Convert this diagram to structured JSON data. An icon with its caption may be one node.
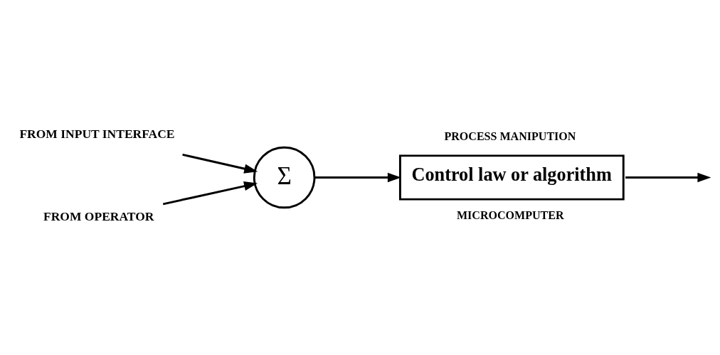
{
  "diagram": {
    "nodes": [
      {
        "text": [
          "FROM INPUT INTERFACE"
        ]
      },
      {
        "text": [
          "Σ"
        ]
      },
      {
        "text": [
          "Control law or algorithm"
        ],
        "beside": [
          "PROCESS MANIPUTION",
          "MICROCOMPUTER"
        ]
      },
      {
        "text": [
          "FROM OPERATOR"
        ]
      }
    ],
    "edges": [
      {
        "from": 0,
        "to": 1,
        "arrow": "to"
      },
      {
        "from": 3,
        "to": 1,
        "arrow": "to"
      },
      {
        "from": 1,
        "to": 2,
        "arrow": "to"
      },
      {
        "from": 2,
        "to": null,
        "arrow": "to"
      }
    ]
  }
}
